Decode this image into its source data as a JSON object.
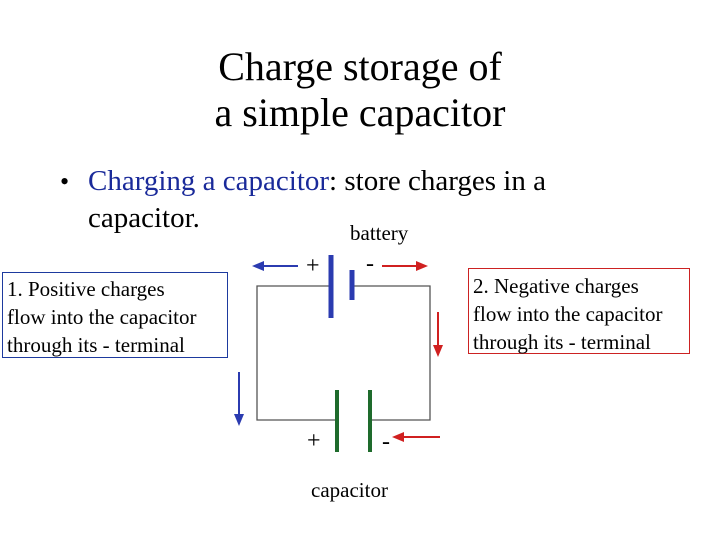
{
  "title": {
    "line1": "Charge storage of",
    "line2": "a simple capacitor"
  },
  "bullet": {
    "marker": "•",
    "highlight": "Charging a capacitor",
    "rest_line1": ": store charges in a",
    "line2": "capacitor."
  },
  "labels": {
    "battery": "battery",
    "capacitor": "capacitor",
    "battery_plus": "+",
    "battery_minus": "-",
    "capacitor_plus": "+",
    "capacitor_minus": "-"
  },
  "notes": {
    "left_line1": "1.  Positive charges",
    "left_line2": "flow into the capacitor",
    "left_line3": "through its - terminal",
    "right_line1": "2. Negative charges",
    "right_line2": "flow into the capacitor",
    "right_line3": "through its - terminal"
  },
  "colors": {
    "highlight": "#1a2a9a",
    "battery_plate": "#2b3bb0",
    "capacitor_plate": "#1e6b2c",
    "blue_arrow": "#2b3bb0",
    "red_arrow": "#d02020"
  }
}
